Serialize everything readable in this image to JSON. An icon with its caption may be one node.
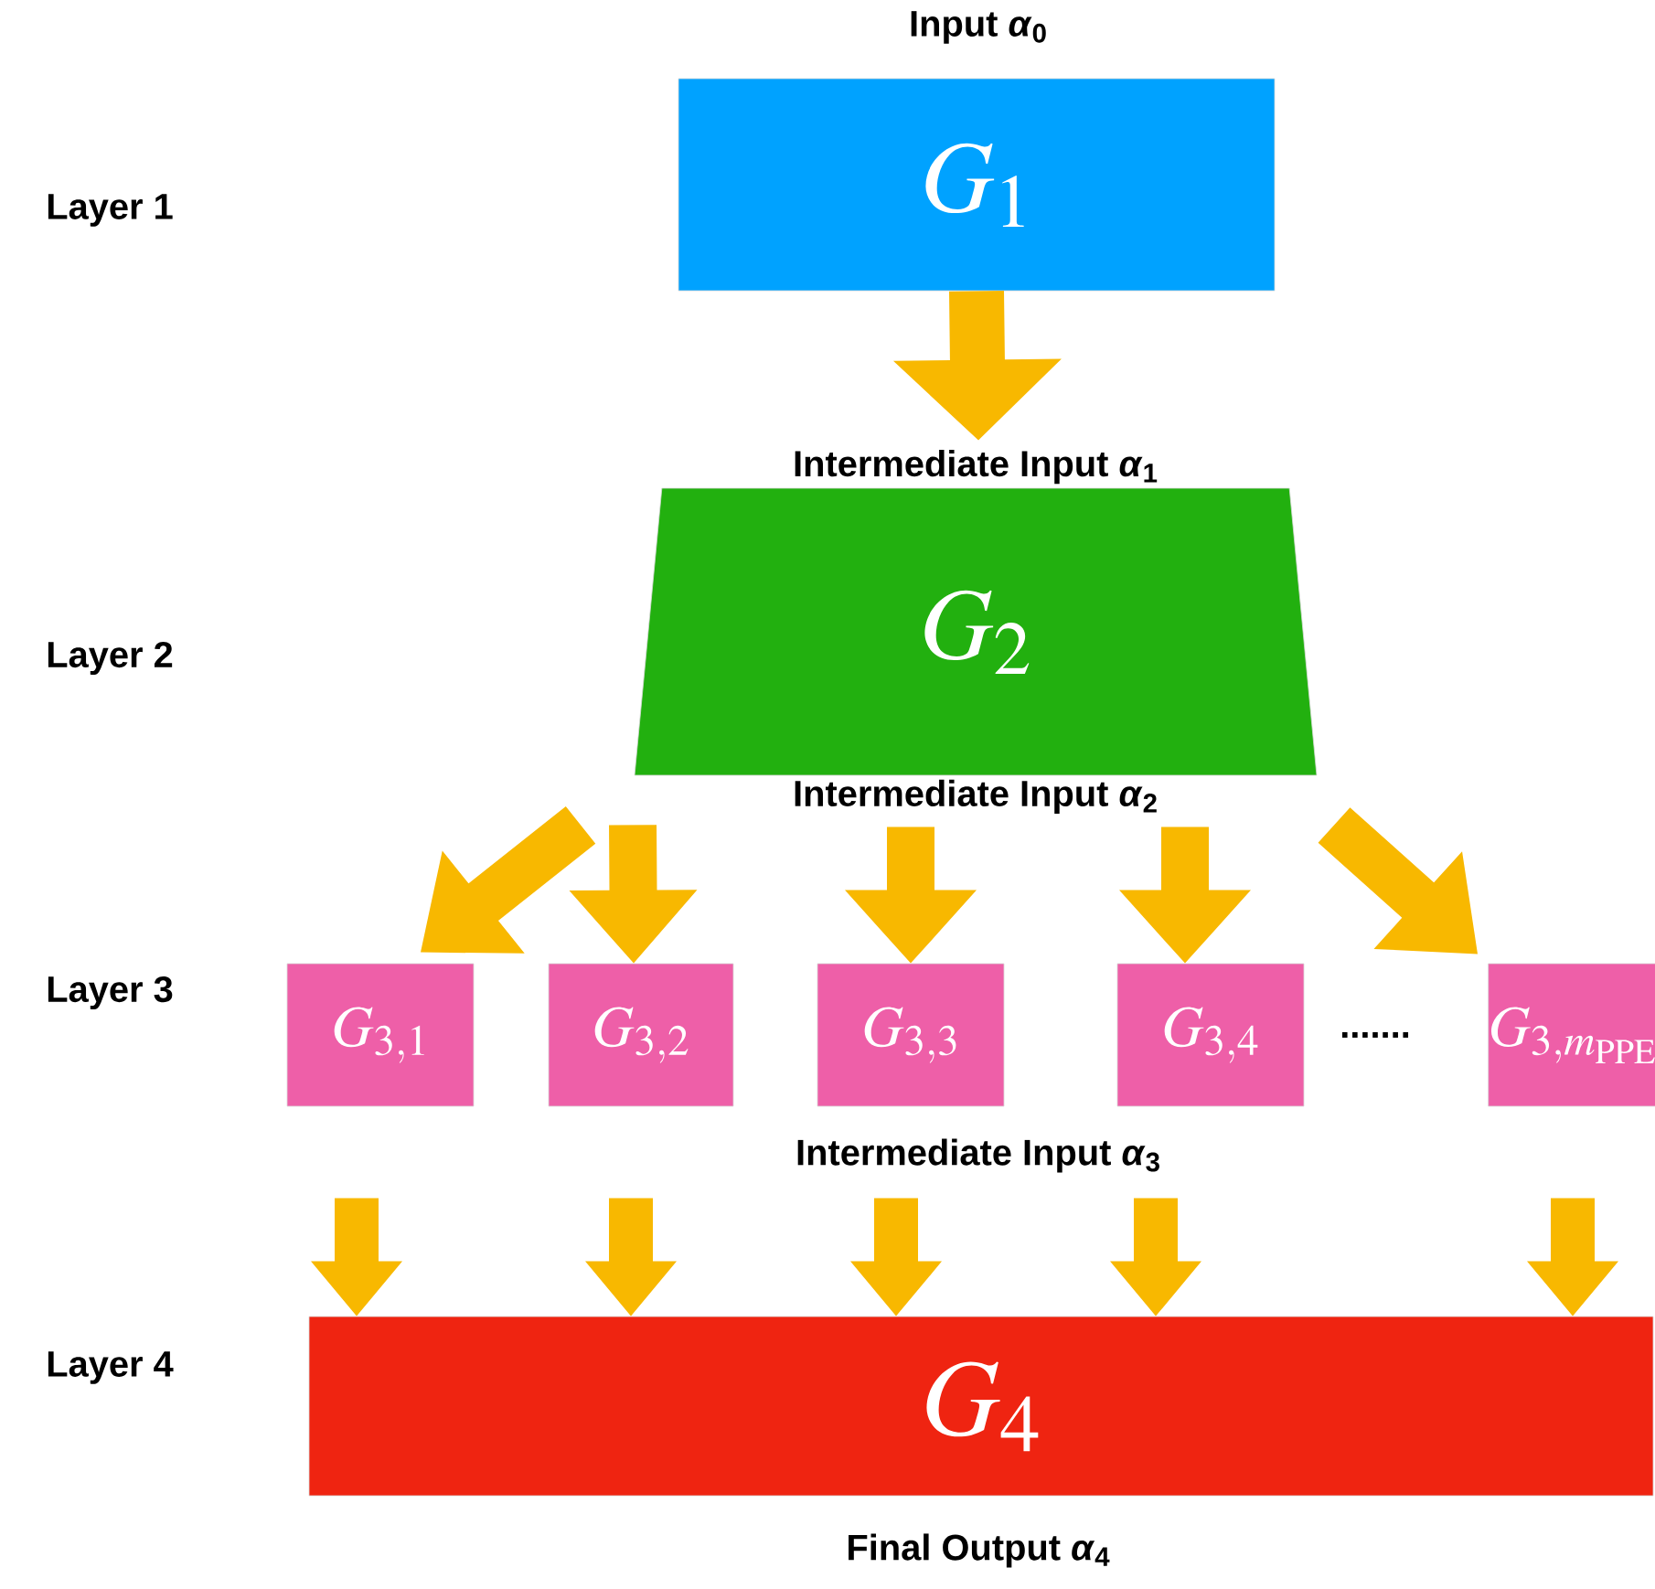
{
  "diagram": {
    "nodes": [
      {
        "text": [
          "G_{1}"
        ]
      },
      {
        "text": [
          "Intermediate Input *α*$_{1}$",
          "G_{2}"
        ],
        "beside": [
          "Intermediate Input *α*$_{2}$"
        ]
      },
      {
        "text": [
          "G_{3,1}"
        ]
      },
      {
        "text": [
          "G_{3,2}"
        ]
      },
      {
        "text": [
          "G_{3,3}"
        ]
      },
      {
        "text": [
          "G_{3,4}"
        ]
      },
      {
        "text": [
          "G_{3,m_{\\mathrm{PPE}}}"
        ]
      },
      {
        "text": [
          "G_{4}"
        ]
      }
    ],
    "edges": [
      {
        "from": 0,
        "to": 1,
        "arrow": "to"
      },
      {
        "from": 1,
        "to": 2,
        "arrow": "to"
      },
      {
        "from": 1,
        "to": 3,
        "arrow": "to"
      },
      {
        "from": 1,
        "to": 4,
        "arrow": "to"
      },
      {
        "from": 1,
        "to": 5,
        "arrow": "to"
      },
      {
        "from": 1,
        "to": 6,
        "arrow": "to"
      },
      {
        "from": 2,
        "to": 7,
        "arrow": "to"
      },
      {
        "from": 3,
        "to": 7,
        "arrow": "to"
      },
      {
        "from": 4,
        "to": 7,
        "arrow": "to"
      },
      {
        "from": 5,
        "to": 7,
        "arrow": "to"
      },
      {
        "from": 6,
        "to": 7,
        "arrow": "to"
      }
    ],
    "labels": [
      "Input *α*$_{0}$",
      "Layer 1",
      "Layer 2",
      "Layer 3",
      ".......",
      "Intermediate Input *α*$_{3}$",
      "Layer 4",
      "Final Output *α*$_{4}$"
    ]
  }
}
